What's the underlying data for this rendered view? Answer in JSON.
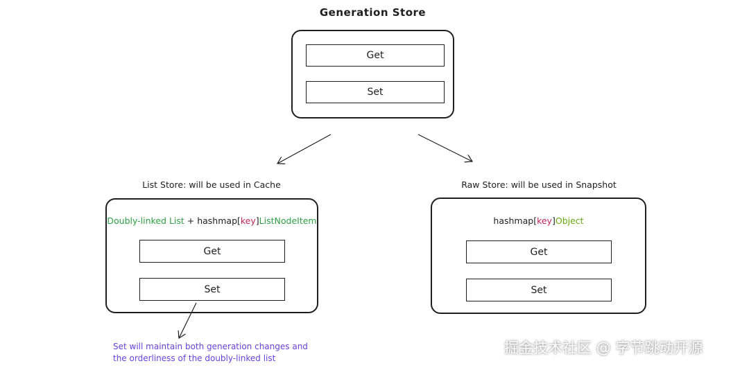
{
  "generation_store": {
    "title": "Generation Store",
    "get_label": "Get",
    "set_label": "Set"
  },
  "list_store": {
    "title": "List Store: will be used in Cache",
    "formula": {
      "part1": "Doubly-linked List",
      "part2": " + hashmap[",
      "part3": "key",
      "part4": "]",
      "part5": "ListNodeItem"
    },
    "get_label": "Get",
    "set_label": "Set"
  },
  "raw_store": {
    "title": "Raw Store: will be used in Snapshot",
    "formula": {
      "part1": "hashmap[",
      "part2": "key",
      "part3": "]",
      "part4": "Object"
    },
    "get_label": "Get",
    "set_label": "Set"
  },
  "note": {
    "line1": "Set will maintain both generation changes and",
    "line2": "the orderliness of the doubly-linked list"
  },
  "watermark": "掘金技术社区 @ 字节跳动开源",
  "colors": {
    "stroke": "#1e1e1e",
    "green": "#2f9e44",
    "red": "#c2255c",
    "olive": "#66a80f",
    "note_purple": "#6741d9"
  }
}
